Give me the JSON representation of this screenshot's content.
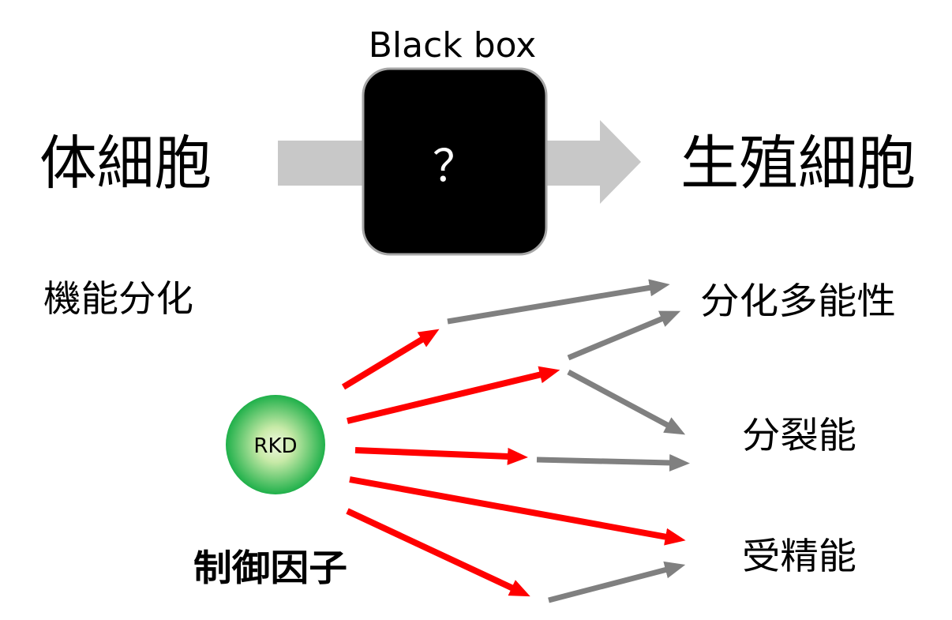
{
  "black_box": {
    "title": "Black box",
    "symbol": "？"
  },
  "labels": {
    "source": "体細胞",
    "target": "生殖細胞",
    "differentiation": "機能分化",
    "pluripotency": "分化多能性",
    "proliferation": "分裂能",
    "fertility": "受精能",
    "regulator_caption": "制御因子"
  },
  "regulator": {
    "name": "RKD"
  },
  "colors": {
    "influence_arrow": "#ff0000",
    "outcome_arrow": "#808080",
    "main_arrow": "#c8c8c8",
    "box_fill": "#000000",
    "box_border": "#a6a6a6",
    "regulator_outer": "#1fb04a",
    "regulator_inner": "#eef8e0"
  }
}
